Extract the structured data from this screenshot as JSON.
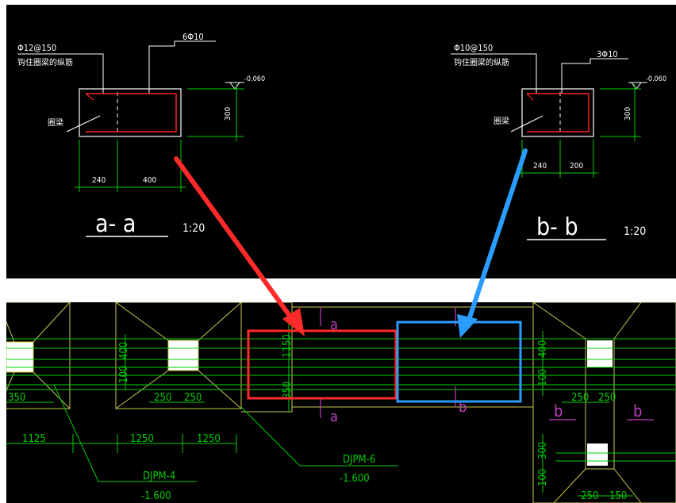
{
  "section_a": {
    "top_rebar": "Φ12@150",
    "top_rebar_note": "钩住圈梁的纵筋",
    "longitudinal_rebar": "6Φ10",
    "elevation": "-0.060",
    "beam_label": "圈梁",
    "height_dim": "300",
    "width_dims": [
      "240",
      "400"
    ],
    "title": "a- a",
    "scale": "1:20"
  },
  "section_b": {
    "top_rebar": "Φ10@150",
    "top_rebar_note": "钩住圈梁的纵筋",
    "longitudinal_rebar": "3Φ10",
    "elevation": "-0.060",
    "beam_label": "圈梁",
    "height_dim": "300",
    "width_dims": [
      "240",
      "200"
    ],
    "title": "b- b",
    "scale": "1:20"
  },
  "plan": {
    "section_marks": [
      "a",
      "a",
      "b",
      "b",
      "b",
      "b"
    ],
    "dims": {
      "d100_a": "100",
      "d400_a": "400",
      "d350_left": "350",
      "d250_a": "250",
      "d250_b": "250",
      "d1125": "1125",
      "d1250_a": "1250",
      "d1250_b": "1250",
      "d1150": "1150",
      "d350_mid": "350",
      "d400_b": "400",
      "d100_b": "100",
      "d250_c": "250",
      "d250_d": "250",
      "d300": "300",
      "d100_c": "100",
      "d250_e": "250",
      "d150": "150"
    },
    "labels": {
      "djpm4": "DJPM-4",
      "djpm4_elev": "-1.600",
      "djpm6": "DJPM-6",
      "djpm6_elev": "-1.600"
    }
  },
  "colors": {
    "background": "#000000",
    "line_white": "#ffffff",
    "dim_green": "#00cc00",
    "rebar_red": "#ff2020",
    "foundation_yellow": "#c8c850",
    "section_magenta": "#c040c0",
    "highlight_red": "#ff2a2a",
    "highlight_blue": "#2a9cff"
  }
}
